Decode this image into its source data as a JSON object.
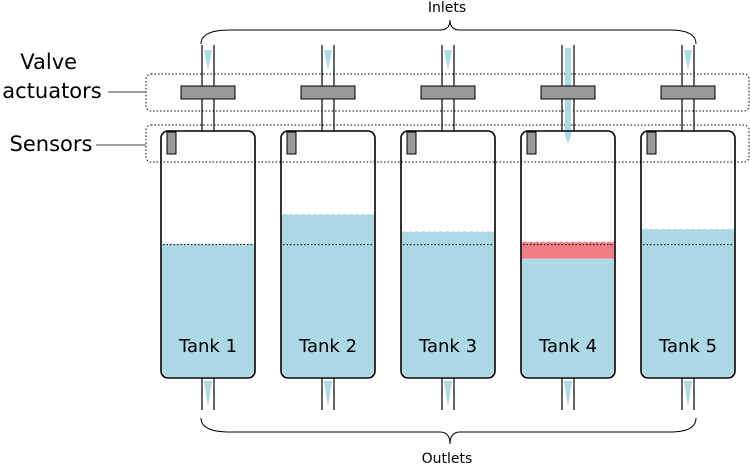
{
  "labels": {
    "inlets": "Inlets",
    "outlets": "Outlets",
    "valve_line1": "Valve",
    "valve_line2": "actuators",
    "sensors": "Sensors"
  },
  "colors": {
    "water": "#add8e6",
    "alert_layer": "#f27c84",
    "valve": "#999999",
    "sensor": "#999999",
    "outline": "#000000"
  },
  "tanks": [
    {
      "label": "Tank 1",
      "level": 0.54,
      "alert_layer": false,
      "inlet_flowing": false
    },
    {
      "label": "Tank 2",
      "level": 0.66,
      "alert_layer": false,
      "inlet_flowing": false
    },
    {
      "label": "Tank 3",
      "level": 0.59,
      "alert_layer": false,
      "inlet_flowing": false
    },
    {
      "label": "Tank 4",
      "level": 0.54,
      "alert_layer": true,
      "inlet_flowing": true
    },
    {
      "label": "Tank 5",
      "level": 0.6,
      "alert_layer": false,
      "inlet_flowing": false
    }
  ],
  "reference_level": 0.54
}
